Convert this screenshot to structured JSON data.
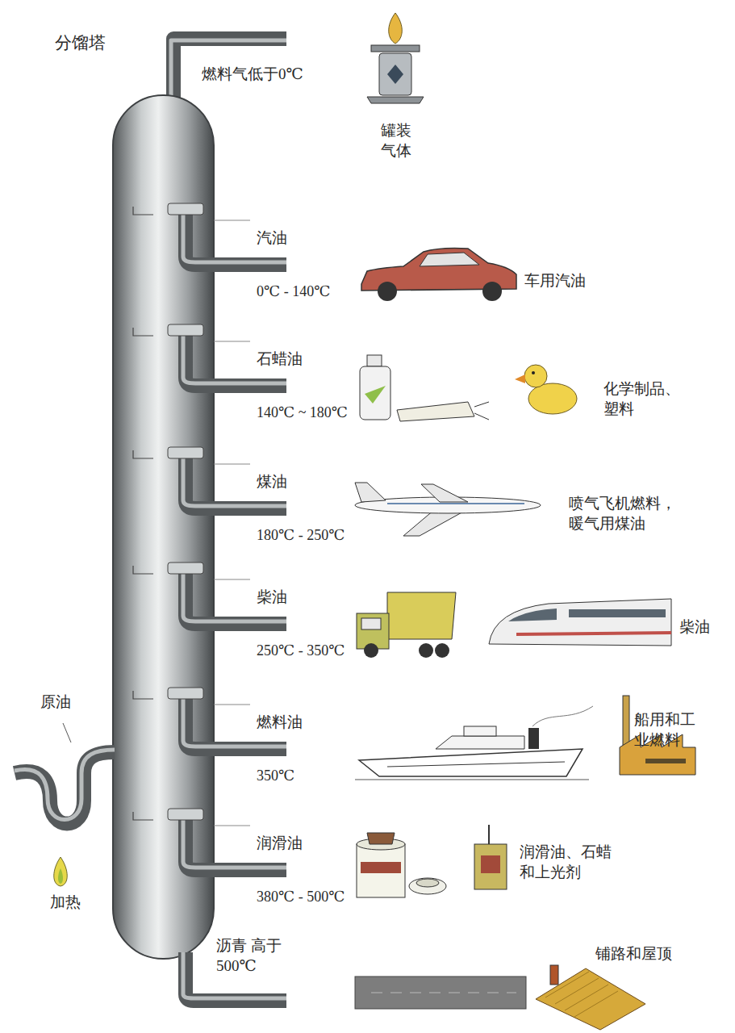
{
  "diagram": {
    "title": "分馏塔",
    "labels": [
      "燃料气低于0℃",
      "罐装 气体",
      "汽油",
      "0℃ - 140℃",
      "车用汽油",
      "石蜡油",
      "140℃ ~ 180℃",
      "化学制品、 塑料",
      "煤油",
      "180℃ - 250℃",
      "喷气飞机燃料， 暖气用煤油",
      "柴油",
      "250℃ - 350℃",
      "柴油",
      "燃料油",
      "350℃",
      "船用和工 业燃料",
      "润滑油",
      "380℃ - 500℃",
      "润滑油、石蜡 和上光剂",
      "沥青 高于500℃",
      "铺路和屋顶",
      "原油",
      "加热"
    ]
  }
}
